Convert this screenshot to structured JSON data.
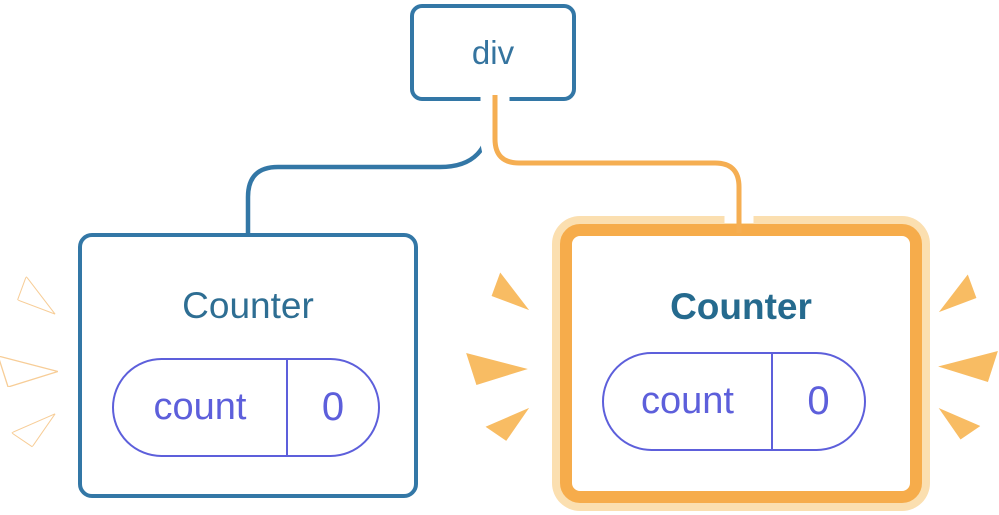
{
  "tree": {
    "root": {
      "label": "div"
    },
    "children": [
      {
        "title": "Counter",
        "state_key": "count",
        "state_value": "0",
        "highlighted": false
      },
      {
        "title": "Counter",
        "state_key": "count",
        "state_value": "0",
        "highlighted": true
      }
    ]
  },
  "colors": {
    "blue_stroke": "#3377A6",
    "blue_text": "#35749F",
    "title_blue": "#2E6E93",
    "title_blue_bold": "#256A8E",
    "purple": "#5D5FDB",
    "orange_line": "#F5AE52",
    "orange_border": "#F6AC4B",
    "orange_ring": "#FBDFB0",
    "orange_spark": "#F8BC63",
    "white_spark_stroke": "#F7CD97",
    "card_bg": "#FFFFFF"
  }
}
